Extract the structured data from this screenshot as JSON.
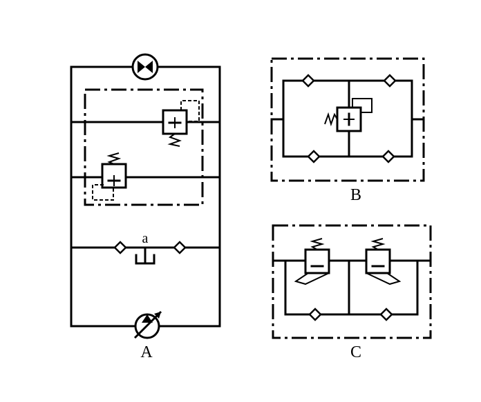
{
  "labels": {
    "A": "A",
    "B": "B",
    "C": "C",
    "port_a": "a"
  }
}
